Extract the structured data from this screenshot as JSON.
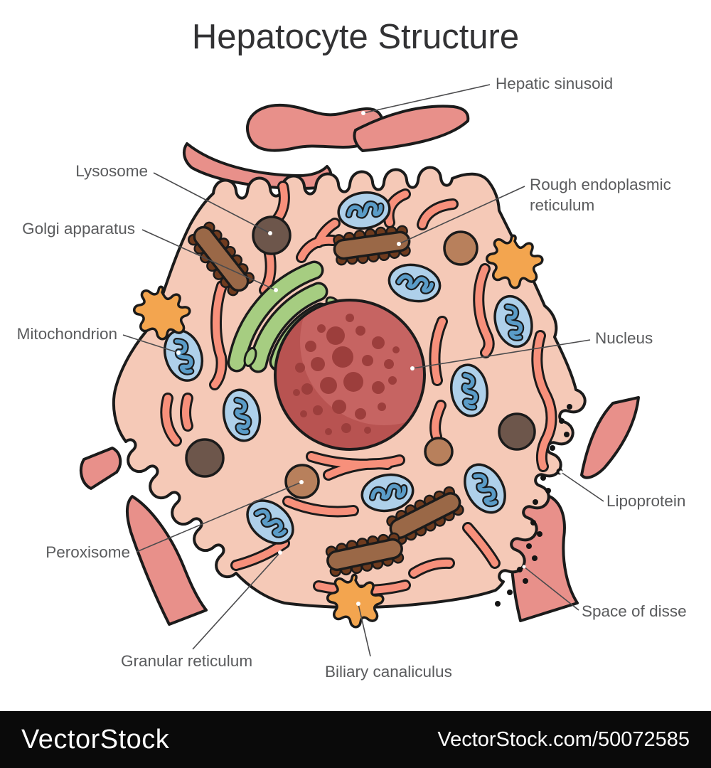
{
  "title": "Hepatocyte Structure",
  "labels": {
    "hepatic_sinusoid": "Hepatic sinusoid",
    "lysosome": "Lysosome",
    "rough_er_line1": "Rough endoplasmic",
    "rough_er_line2": "reticulum",
    "golgi": "Golgi apparatus",
    "mitochondrion": "Mitochondrion",
    "nucleus": "Nucleus",
    "lipoprotein": "Lipoprotein",
    "peroxisome": "Peroxisome",
    "space_of_disse": "Space of disse",
    "granular_reticulum": "Granular reticulum",
    "biliary_canaliculus": "Biliary canaliculus"
  },
  "watermark": {
    "logo": "VectorStock",
    "credit": "VectorStock.com/50072585"
  },
  "colors": {
    "cell": "#f5c9b7",
    "cell_outline": "#1b1b1b",
    "sinusoid": "#e8908a",
    "nucleus": "#b85351",
    "nucleus_light": "#c66462",
    "nucleus_spot": "#9c3e3c",
    "mitochondrion": "#aed0ea",
    "mitochondrion_inner": "#5a9cc8",
    "golgi": "#a6cd81",
    "rough_er": "#9a6847",
    "rough_er_bump": "#6f3b1e",
    "lysosome": "#6d564b",
    "peroxisome": "#b8805c",
    "smooth_er": "#f7907b",
    "canaliculus": "#f3a54f",
    "label_text": "#5a5b5d",
    "title_text": "#323234",
    "watermark_bg": "#0a0a0a",
    "watermark_text": "#ffffff"
  }
}
